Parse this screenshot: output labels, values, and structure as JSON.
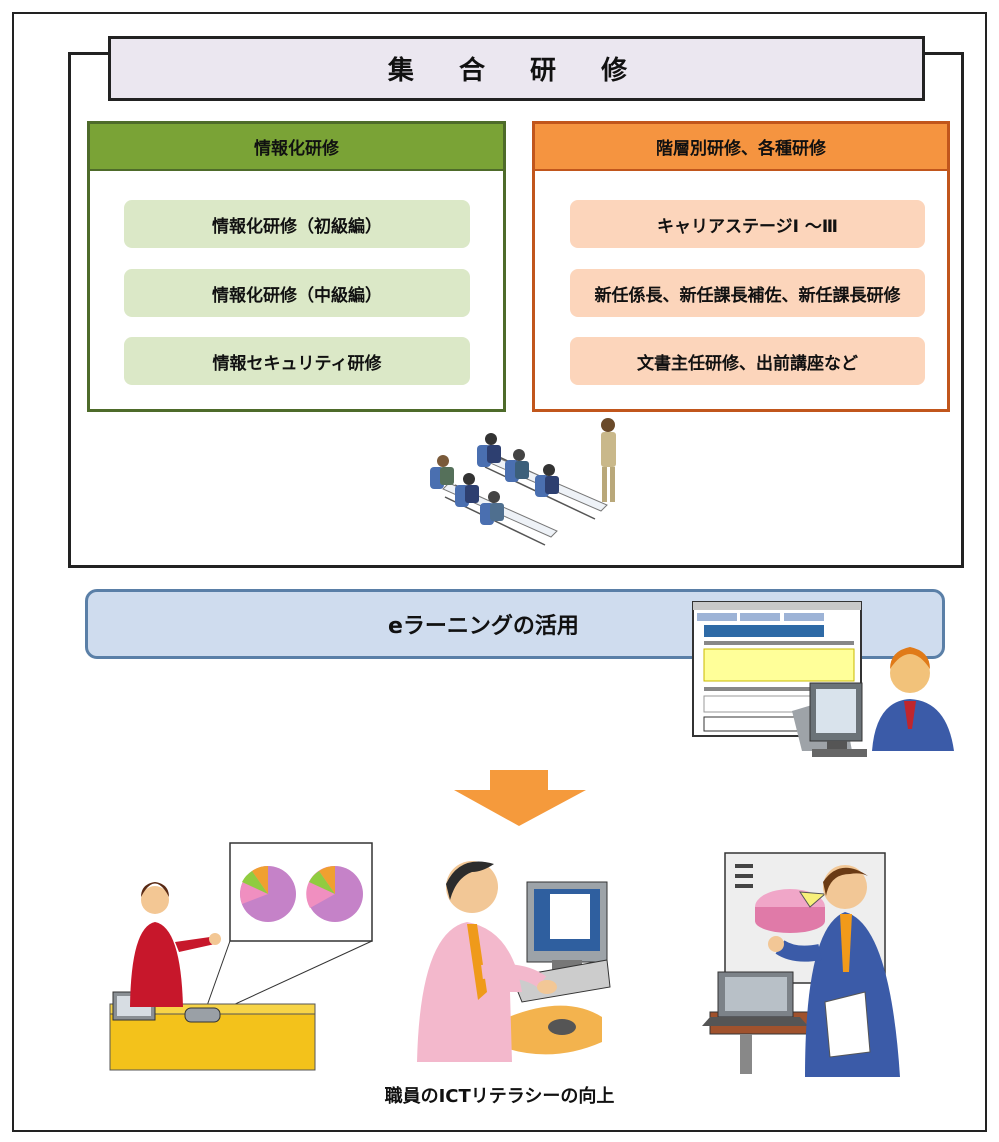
{
  "title": "集 合 研 修",
  "left_panel": {
    "title": "情報化研修",
    "items": [
      "情報化研修（初級編）",
      "情報化研修（中級編）",
      "情報セキュリティ研修"
    ]
  },
  "right_panel": {
    "title": "階層別研修、各種研修",
    "items": [
      "キャリアステージⅠ ～Ⅲ",
      "新任係長、新任課長補佐、新任課長研修",
      "文書主任研修、出前講座など"
    ]
  },
  "elearning_label": "eラーニングの活用",
  "caption": "職員のICTリテラシーの向上",
  "colors": {
    "green_header": "#7aa336",
    "green_item": "#dbe8c7",
    "orange_header": "#f59440",
    "orange_item": "#fcd5bb",
    "title_bg": "#ebe7f0",
    "banner_bg": "#cfdcee",
    "arrow": "#f59a3c"
  },
  "icons": [
    "classroom-illustration",
    "elearning-screen-illustration",
    "down-arrow-icon",
    "presenter-woman-illustration",
    "office-worker-pc-illustration",
    "presenter-man-illustration"
  ]
}
